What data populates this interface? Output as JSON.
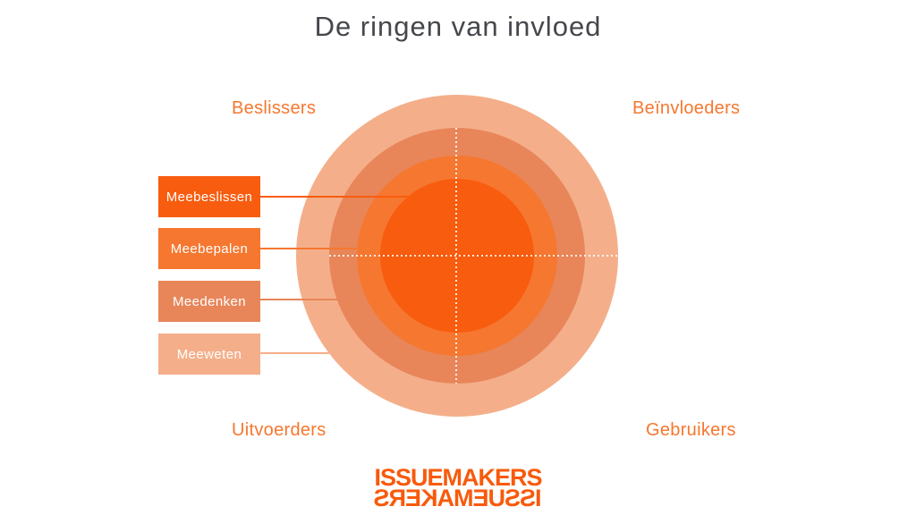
{
  "title": "De ringen van invloed",
  "quadrants": {
    "top_left": "Beslissers",
    "top_right": "Beïnvloeders",
    "bottom_left": "Uitvoerders",
    "bottom_right": "Gebruikers"
  },
  "levels": [
    {
      "label": "Meebeslissen",
      "color": "#F85C0E"
    },
    {
      "label": "Meebepalen",
      "color": "#F6772F"
    },
    {
      "label": "Meedenken",
      "color": "#E8865A"
    },
    {
      "label": "Meeweten",
      "color": "#F4AF8A"
    }
  ],
  "logo": {
    "text": "ISSUEMAKERS",
    "color": "#F85A0C"
  },
  "colors": {
    "background": "#FFFFFF",
    "title": "#45474C",
    "quadrant_label": "#F6772F"
  }
}
